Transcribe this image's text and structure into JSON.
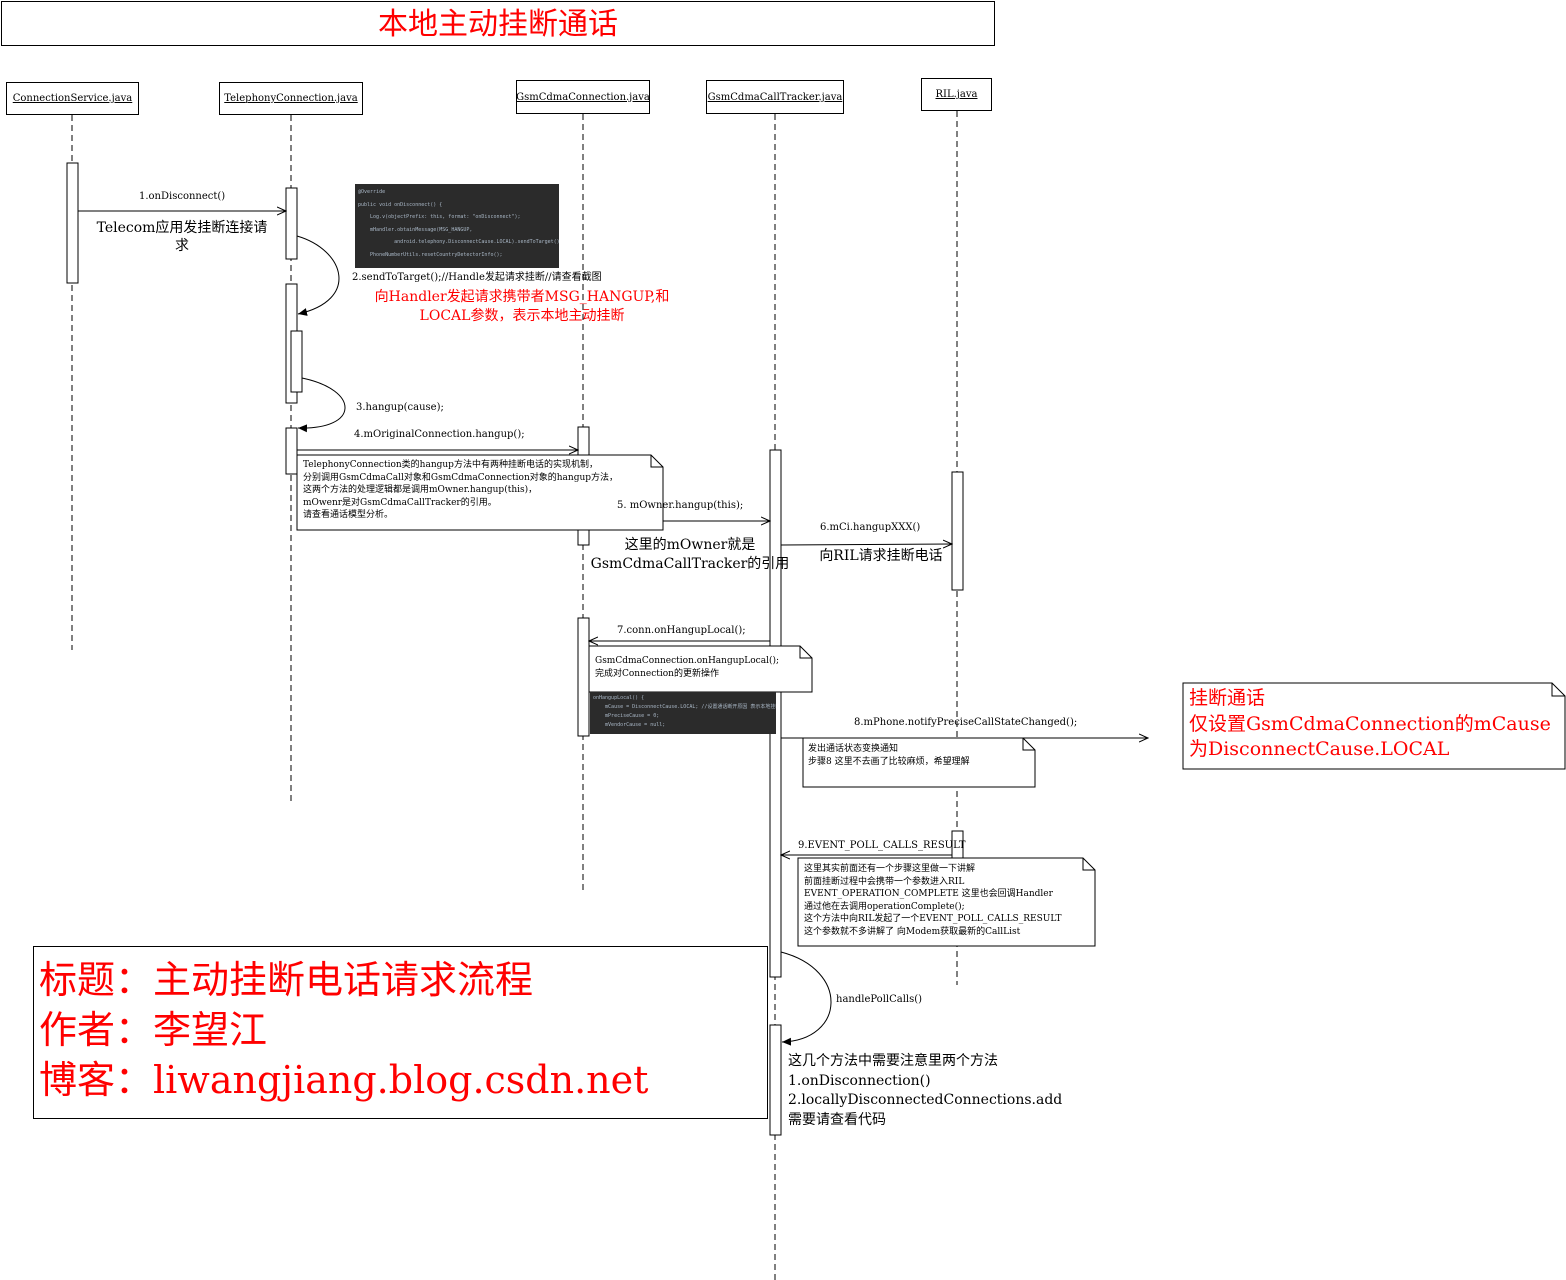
{
  "title": "本地主动挂断通话",
  "lifelines": [
    "ConnectionService.java",
    "TelephonyConnection.java",
    "GsmCdmaConnection.java",
    "GsmCdmaCallTracker.java",
    "RIL.java"
  ],
  "messages": {
    "m1": "1.onDisconnect()",
    "m2": "2.sendToTarget();//Handle发起请求挂断//请查看截图",
    "m3": "3.hangup(cause);",
    "m4": "4.mOriginalConnection.hangup();",
    "m5": "5. mOwner.hangup(this);",
    "m6": "6.mCi.hangupXXX()",
    "m7": "7.conn.onHangupLocal();",
    "m8": "8.mPhone.notifyPreciseCallStateChanged();",
    "m9": "9.EVENT_POLL_CALLS_RESULT",
    "m10": "handlePollCalls()"
  },
  "captions": {
    "c1": "Telecom应用发挂断连接请\n求",
    "c2": "向Handler发起请求携带者MSG_HANGUP,和\nLOCAL参数，表示本地主动挂断",
    "c5": "这里的mOwner就是\nGsmCdmaCallTracker的引用",
    "c6": "向RIL请求挂断电话"
  },
  "notes": {
    "n1": "TelephonyConnection类的hangup方法中有两种挂断电话的实现机制，\n分别调用GsmCdmaCall对象和GsmCdmaConnection对象的hangup方法，\n这两个方法的处理逻辑都是调用mOwner.hangup(this)，\nmOwenr是对GsmCdmaCallTracker的引用。\n请查看通话模型分析。",
    "n2": "GsmCdmaConnection.onHangupLocal();\n完成对Connection的更新操作",
    "n3": "发出通话状态变换通知\n步骤8 这里不去画了比较麻烦，希望理解",
    "n4": "这里其实前面还有一个步骤这里做一下讲解\n前面挂断过程中会携带一个参数进入RIL\nEVENT_OPERATION_COMPLETE 这里也会回调Handler\n通过他在去调用operationComplete();\n这个方法中向RIL发起了一个EVENT_POLL_CALLS_RESULT\n这个参数就不多讲解了 向Modem获取最新的CallList",
    "n5": "挂断通话\n仅设置GsmCdmaConnection的mCause\n为DisconnectCause.LOCAL"
  },
  "code1": "@Override\npublic void onDisconnect() {\n    Log.v(objectPrefix: this, format: \"onDisconnect\");\n    mHandler.obtainMessage(MSG_HANGUP,\n            android.telephony.DisconnectCause.LOCAL).sendToTarget();\n    PhoneNumberUtils.resetCountryDetectorInfo();",
  "code2": "onHangupLocal() {\n    mCause = DisconnectCause.LOCAL; //设置通话断开原因 表示本地挂断\n    mPreciseCause = 0;\n    mVendorCause = null;",
  "side_note": "这几个方法中需要注意里两个方法\n1.onDisconnection()\n2.locallyDisconnectedConnections.add\n需要请查看代码",
  "banner": {
    "line1": "标题：主动挂断电话请求流程",
    "line2": "作者：李望江",
    "line3": "博客：liwangjiang.blog.csdn.net"
  }
}
